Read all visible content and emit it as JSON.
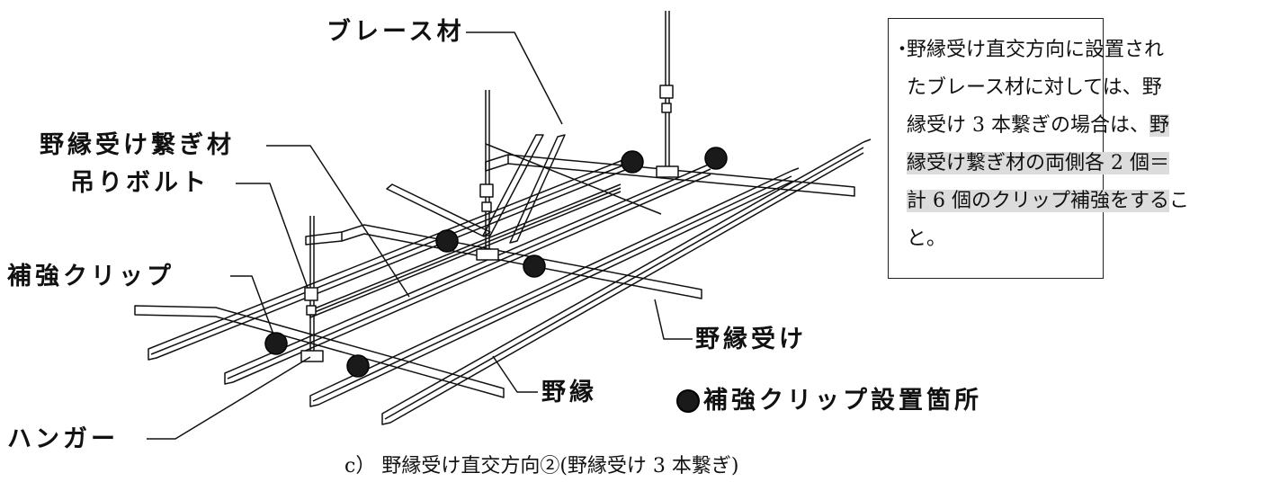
{
  "labels": {
    "brace": "ブレース材",
    "joint": "野縁受け繋ぎ材",
    "bolt": "吊りボルト",
    "clip": "補強クリップ",
    "hanger": "ハンガー",
    "nobuchi_uke": "野縁受け",
    "nobuchi": "野縁"
  },
  "legend": {
    "text": "補強クリップ設置箇所"
  },
  "note": {
    "bullet": "・",
    "line1": "野縁受け直交方向に設置され",
    "line2": "たブレース材に対しては、野",
    "line3a": "縁受け 3 本繋ぎの場合は、",
    "line3b": "野",
    "line4": "縁受け繋ぎ材の両側各 2 個＝",
    "line5a": "計 6 個のクリップ補強をする",
    "line5b": "こ",
    "line6": "と。"
  },
  "caption": "c） 野縁受け直交方向②(野縁受け 3 本繋ぎ)"
}
